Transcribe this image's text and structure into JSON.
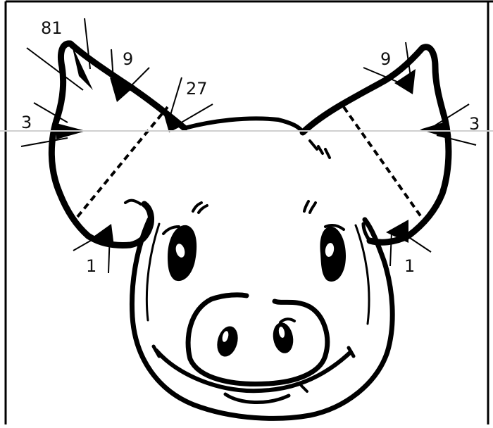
{
  "figure": {
    "subject": "pig-head",
    "left_ear_labels": {
      "top": "81",
      "upper_mid": "9",
      "upper_inner": "27",
      "outer": "3",
      "bottom": "1"
    },
    "right_ear_labels": {
      "top": "9",
      "outer": "3",
      "bottom": "1"
    }
  },
  "colors": {
    "ink": "#000000",
    "paper": "#ffffff",
    "text": "#111111"
  }
}
